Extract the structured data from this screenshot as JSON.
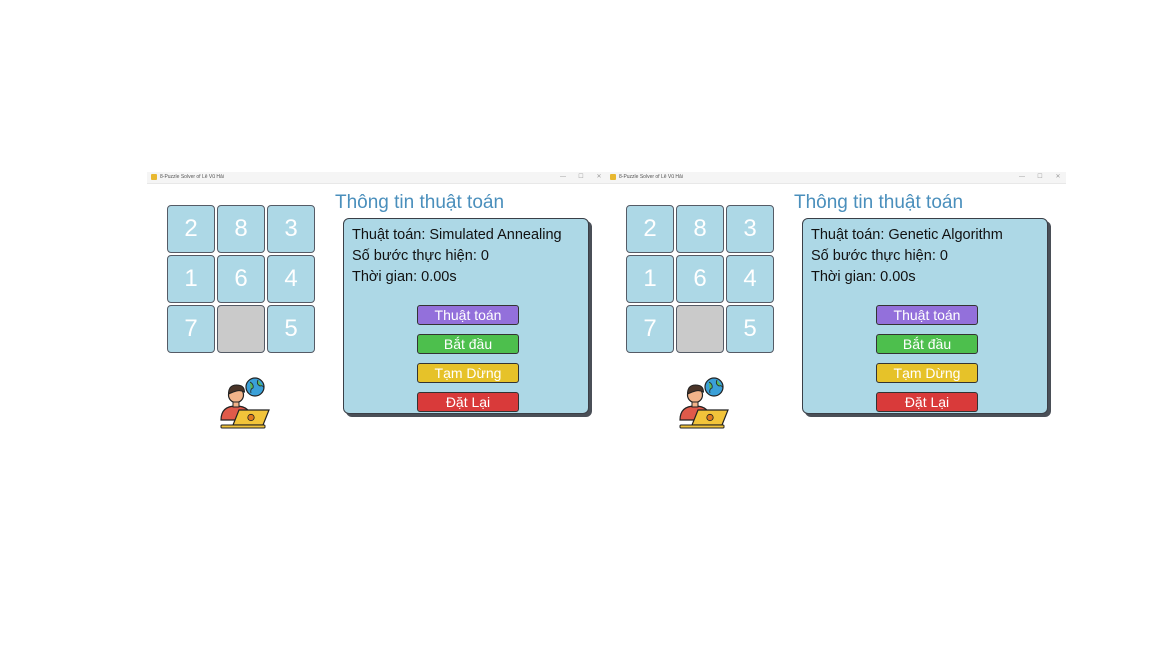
{
  "window_title": "8-Puzzle Solver of Lê Vũ Hải",
  "window_controls": {
    "minimize": "—",
    "maximize": "☐",
    "close": "✕"
  },
  "puzzle": {
    "tiles": [
      "2",
      "8",
      "3",
      "1",
      "6",
      "4",
      "7",
      "",
      "5"
    ]
  },
  "avatar_icon": "person-laptop-globe-icon",
  "panels": [
    {
      "info_title": "Thông tin thuật toán",
      "algorithm_line": "Thuật toán: Simulated Annealing",
      "steps_line": "Số bước thực hiện: 0",
      "time_line": "Thời gian: 0.00s",
      "buttons": {
        "algorithm": "Thuật toán",
        "start": "Bắt đầu",
        "pause": "Tạm Dừng",
        "reset": "Đặt Lại"
      }
    },
    {
      "info_title": "Thông tin thuật toán",
      "algorithm_line": "Thuật toán: Genetic Algorithm",
      "steps_line": "Số bước thực hiện: 0",
      "time_line": "Thời gian: 0.00s",
      "buttons": {
        "algorithm": "Thuật toán",
        "start": "Bắt đầu",
        "pause": "Tạm Dừng",
        "reset": "Đặt Lại"
      }
    }
  ],
  "colors": {
    "tile": "#add8e6",
    "empty_tile": "#cacaca",
    "title": "#4a8fbc",
    "btn_algorithm": "#9370db",
    "btn_start": "#4dbf4d",
    "btn_pause": "#e6c229",
    "btn_reset": "#d93a3a"
  }
}
